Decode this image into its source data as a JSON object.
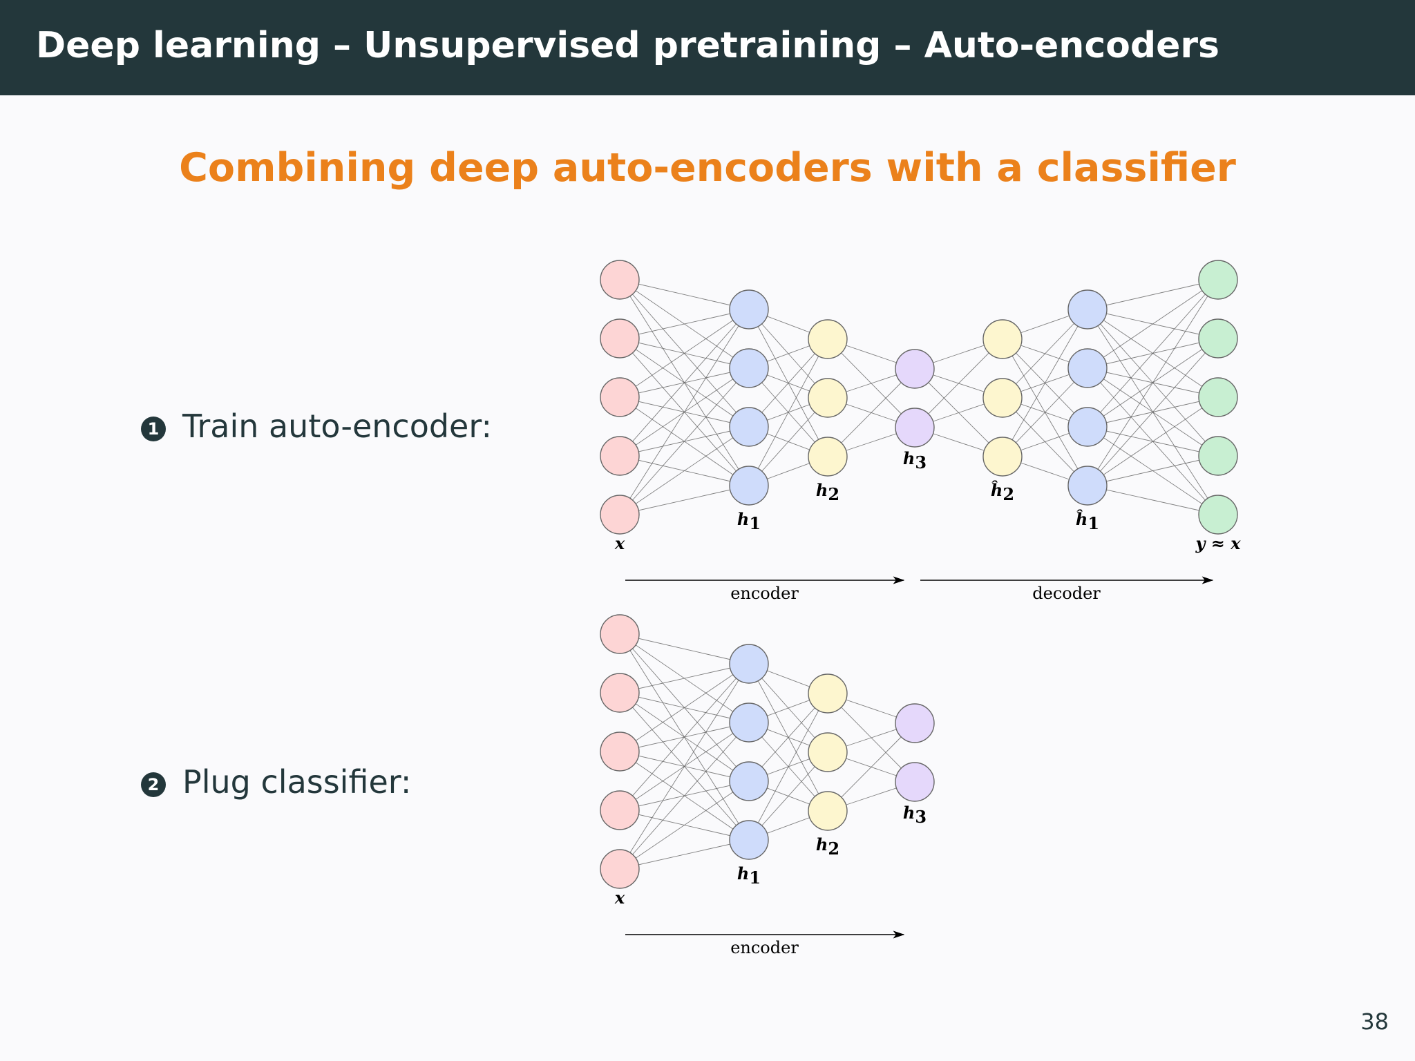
{
  "header": {
    "title": "Deep learning – Unsupervised pretraining – Auto-encoders"
  },
  "subtitle": "Combining deep auto-encoders with a classifier",
  "steps": [
    {
      "badge": "1",
      "label": "Train auto-encoder:"
    },
    {
      "badge": "2",
      "label": "Plug classifier:"
    }
  ],
  "diagram1": {
    "layers": [
      {
        "label": "x",
        "nodes": 5,
        "color": "#fdd5d5"
      },
      {
        "label": "h",
        "sub": "1",
        "nodes": 4,
        "color": "#cfdcfb"
      },
      {
        "label": "h",
        "sub": "2",
        "nodes": 3,
        "color": "#fdf6cf"
      },
      {
        "label": "h",
        "sub": "3",
        "nodes": 2,
        "color": "#e5d8fb"
      },
      {
        "label": "ĥ",
        "sub": "2",
        "nodes": 3,
        "color": "#fdf6cf"
      },
      {
        "label": "ĥ",
        "sub": "1",
        "nodes": 4,
        "color": "#cfdcfb"
      },
      {
        "label": "y ≈ x",
        "nodes": 5,
        "color": "#c8efd2"
      }
    ],
    "arrows": [
      {
        "label": "encoder"
      },
      {
        "label": "decoder"
      }
    ]
  },
  "diagram2": {
    "layers": [
      {
        "label": "x",
        "nodes": 5,
        "color": "#fdd5d5"
      },
      {
        "label": "h",
        "sub": "1",
        "nodes": 4,
        "color": "#cfdcfb"
      },
      {
        "label": "h",
        "sub": "2",
        "nodes": 3,
        "color": "#fdf6cf"
      },
      {
        "label": "h",
        "sub": "3",
        "nodes": 2,
        "color": "#e5d8fb"
      }
    ],
    "arrows": [
      {
        "label": "encoder"
      }
    ]
  },
  "page_number": "38",
  "colors": {
    "header_bg": "#23373b",
    "accent": "#eb811b",
    "text": "#23373b"
  }
}
